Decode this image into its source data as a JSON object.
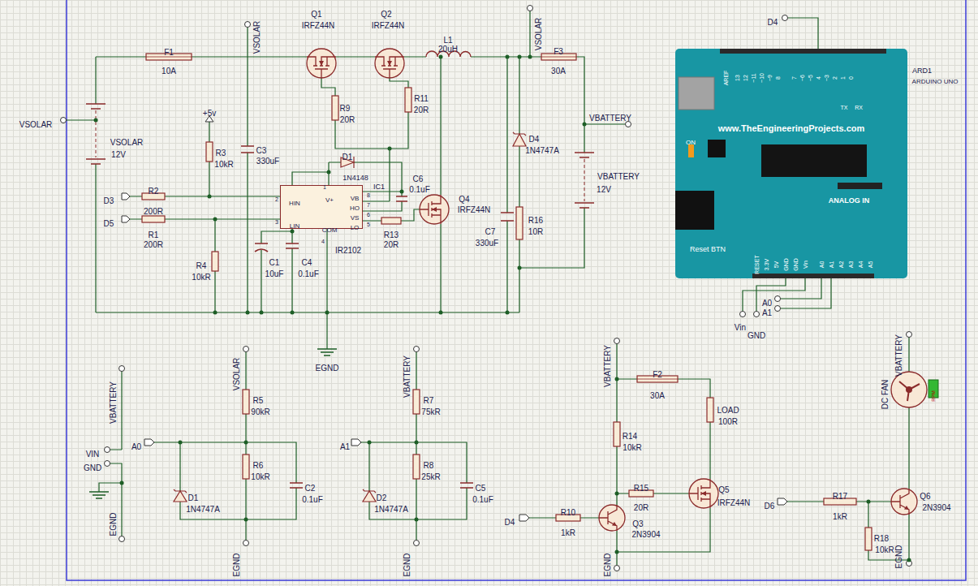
{
  "diagram": {
    "nodes": [
      {
        "text": [
          "IC1",
          "1",
          "2",
          "3",
          "4",
          "5",
          "6",
          "7",
          "8",
          "HIN",
          "LIN",
          "V+",
          "COM",
          "VB",
          "HO",
          "VS",
          "LO",
          "IR2102"
        ]
      },
      {
        "text": [
          "ARD1",
          "ARDUINO UNO",
          "AREF",
          "13",
          "12",
          "~11",
          "~10",
          "~9",
          "8",
          "7",
          "~6",
          "~5",
          "4",
          "~3",
          "2",
          "1",
          "0",
          "TX",
          "RX",
          "www.TheEngineeringProjects.com",
          "ON",
          "ANALOG IN",
          "Reset BTN",
          "RESET",
          "3.3V",
          "5V",
          "GND",
          "GND",
          "Vin",
          "A0",
          "A1",
          "A2",
          "A3",
          "A4",
          "A5"
        ]
      }
    ],
    "labels": [
      "F1",
      "10A",
      "VSOLAR",
      "VSOLAR",
      "12V",
      "Q1",
      "IRFZ44N",
      "Q2",
      "IRFZ44N",
      "L1",
      "20uH",
      "VSOLAR",
      "VSOLAR",
      "F3",
      "30A",
      "VBATTERY",
      "R9",
      "20R",
      "R11",
      "20R",
      "+5v",
      "R3",
      "10kR",
      "C3",
      "330uF",
      "D1",
      "1N4148",
      "D4",
      "1N4747A",
      "VBATTERY",
      "12V",
      "D3",
      "R2",
      "200R",
      "C6",
      "0.1uF",
      "Q4",
      "IRFZ44N",
      "R13",
      "20R",
      "C7",
      "330uF",
      "R16",
      "10R",
      "D5",
      "R1",
      "200R",
      "R4",
      "10kR",
      "C1",
      "10uF",
      "C4",
      "0.1uF",
      "EGND",
      "D4",
      "A0",
      "A1",
      "Vin",
      "GND",
      "VBATTERY",
      "VIN",
      "GND",
      "EGND",
      "VSOLAR",
      "R5",
      "90kR",
      "A0",
      "R6",
      "10kR",
      "C2",
      "0.1uF",
      "D1",
      "1N4747A",
      "EGND",
      "VBATTERY",
      "R7",
      "75kR",
      "A1",
      "R8",
      "25kR",
      "C5",
      "0.1uF",
      "D2",
      "1N4747A",
      "EGND",
      "VBATTERY",
      "F2",
      "30A",
      "LOAD",
      "100R",
      "R14",
      "10kR",
      "R15",
      "20R",
      "Q5",
      "IRFZ44N",
      "Q3",
      "2N3904",
      "D4",
      "R10",
      "1kR",
      "EGND",
      "VBATTERY",
      "DC FAN",
      "RPM",
      "Q6",
      "2N3904",
      "EGND",
      "D6",
      "R17",
      "1kR",
      "R18",
      "10kR"
    ]
  }
}
